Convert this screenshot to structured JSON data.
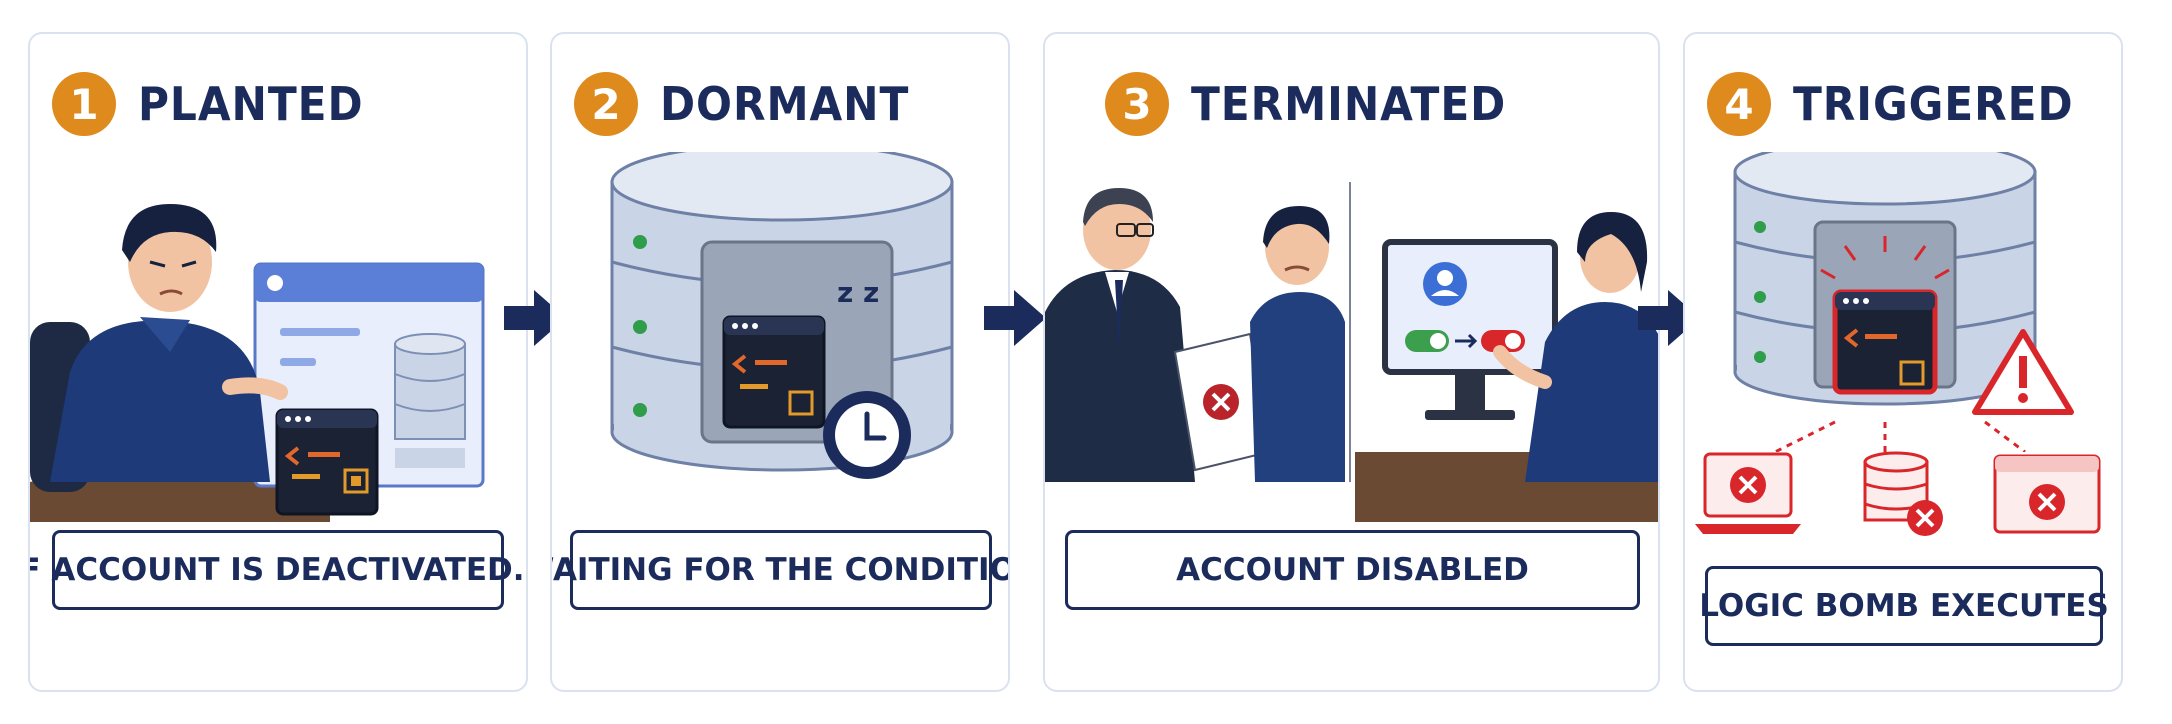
{
  "steps": [
    {
      "number": "1",
      "title": "PLANTED",
      "caption": "IF ACCOUNT IS DEACTIVATED..."
    },
    {
      "number": "2",
      "title": "DORMANT",
      "caption": "WAITING FOR THE CONDITION"
    },
    {
      "number": "3",
      "title": "TERMINATED",
      "caption": "ACCOUNT DISABLED"
    },
    {
      "number": "4",
      "title": "TRIGGERED",
      "caption": "LOGIC BOMB EXECUTES"
    }
  ],
  "sleep_text": "z z",
  "colors": {
    "navy": "#1b2c5c",
    "orange": "#de8a1c",
    "alert_red": "#d8262a",
    "panel_border": "#d9e2ee",
    "database_blue": "#c9d4e6"
  }
}
